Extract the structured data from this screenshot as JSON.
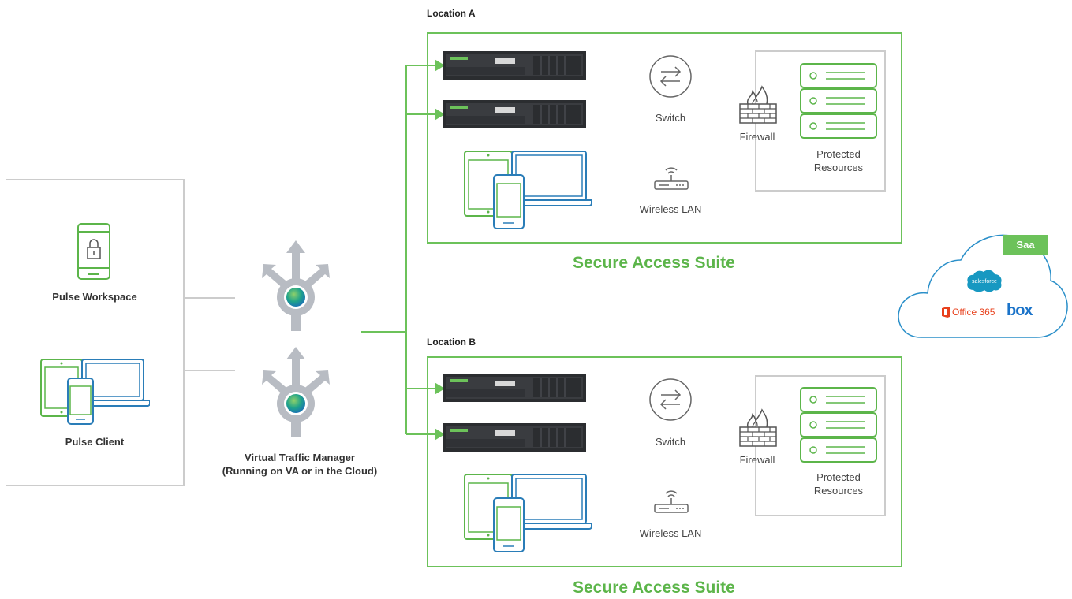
{
  "left_panel": {
    "workspace_label": "Pulse Workspace",
    "client_label": "Pulse Client"
  },
  "vtm": {
    "label_line1": "Virtual Traffic Manager",
    "label_line2": "(Running on VA or in the Cloud)"
  },
  "location_a": {
    "title": "Location A",
    "switch_label": "Switch",
    "wireless_label": "Wireless LAN",
    "firewall_label": "Firewall",
    "resources_line1": "Protected",
    "resources_line2": "Resources",
    "suite_label": "Secure Access Suite"
  },
  "location_b": {
    "title": "Location B",
    "switch_label": "Switch",
    "wireless_label": "Wireless LAN",
    "firewall_label": "Firewall",
    "resources_line1": "Protected",
    "resources_line2": "Resources",
    "suite_label": "Secure Access Suite"
  },
  "saas": {
    "badge": "Saa",
    "salesforce": "salesforce",
    "office": "Office 365",
    "box": "box"
  },
  "colors": {
    "green": "#6cc25a",
    "suite_green": "#5cb54a",
    "gray_line": "#cccccc",
    "arrow_gray": "#b8bcc3",
    "office_red": "#e8401c",
    "box_blue": "#1a73c9",
    "sf_blue": "#1798c1"
  }
}
